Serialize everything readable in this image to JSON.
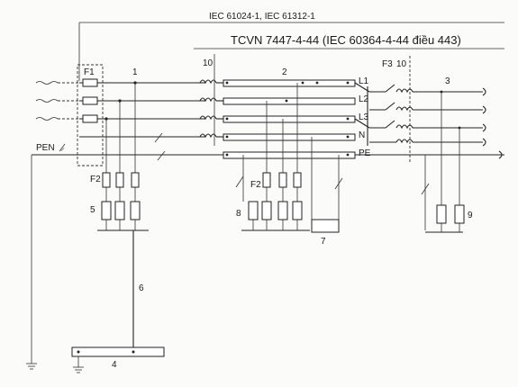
{
  "header": {
    "standard_top": "IEC 61024-1, IEC 61312-1",
    "standard_main": "TCVN 7447-4-44 (IEC 60364-4-44 điều 443)"
  },
  "conductors": {
    "pen": "PEN",
    "l1": "L1",
    "l2": "L2",
    "l3": "L3",
    "n": "N",
    "pe": "PE"
  },
  "labels": {
    "f1": "F1",
    "f2_left": "F2",
    "f2_mid": "F2",
    "f3": "F3",
    "n1": "1",
    "n2": "2",
    "n3": "3",
    "n4": "4",
    "n5": "5",
    "n6": "6",
    "n7": "7",
    "n8": "8",
    "n9": "9",
    "n10_left": "10",
    "n10_right": "10"
  }
}
